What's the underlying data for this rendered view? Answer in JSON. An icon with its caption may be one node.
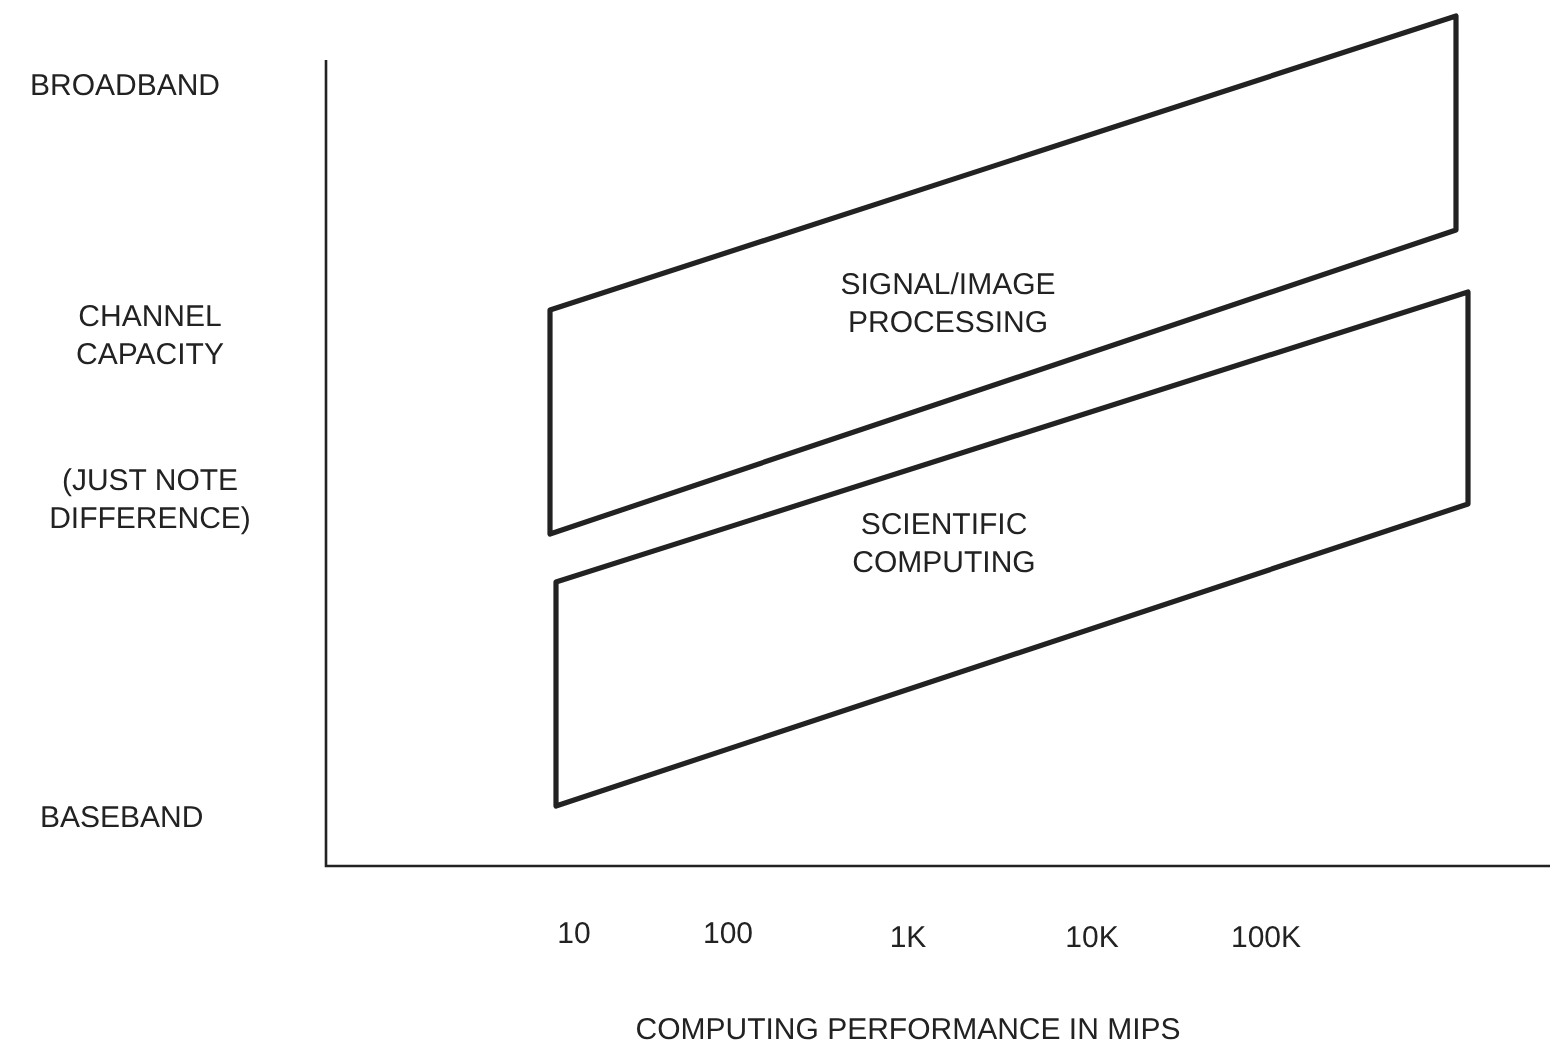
{
  "diagram": {
    "nodes": [
      {
        "text": [
          "SIGNAL/IMAGE PROCESSING"
        ]
      },
      {
        "text": [
          "SCIENTIFIC COMPUTING"
        ]
      }
    ],
    "labels": [
      "BROADBAND",
      "CHANNEL CAPACITY",
      "(JUST NOTE DIFFERENCE)",
      "BASEBAND",
      "10",
      "100",
      "1K",
      "10K",
      "100K",
      "COMPUTING PERFORMANCE IN MIPS"
    ]
  }
}
